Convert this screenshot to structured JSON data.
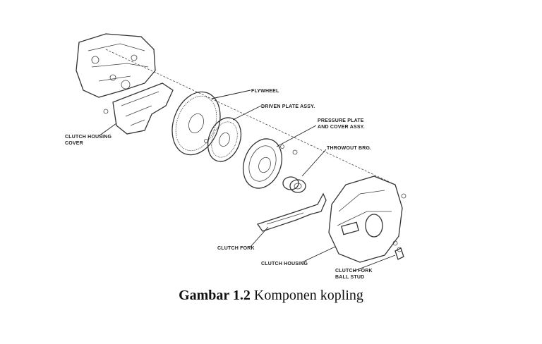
{
  "diagram": {
    "labels": {
      "flywheel": "FLYWHEEL",
      "driven_plate": "DRIVEN PLATE ASSY.",
      "pressure_plate_1": "PRESSURE PLATE",
      "pressure_plate_2": "AND COVER ASSY.",
      "throwout": "THROWOUT BRG.",
      "housing_cover_1": "CLUTCH HOUSING",
      "housing_cover_2": "COVER",
      "clutch_fork": "CLUTCH FORK",
      "clutch_housing": "CLUTCH HOUSING",
      "ball_stud_1": "CLUTCH FORK",
      "ball_stud_2": "BALL STUD"
    }
  },
  "caption": {
    "number": "Gambar 1.2",
    "text": " Komponen kopling"
  }
}
